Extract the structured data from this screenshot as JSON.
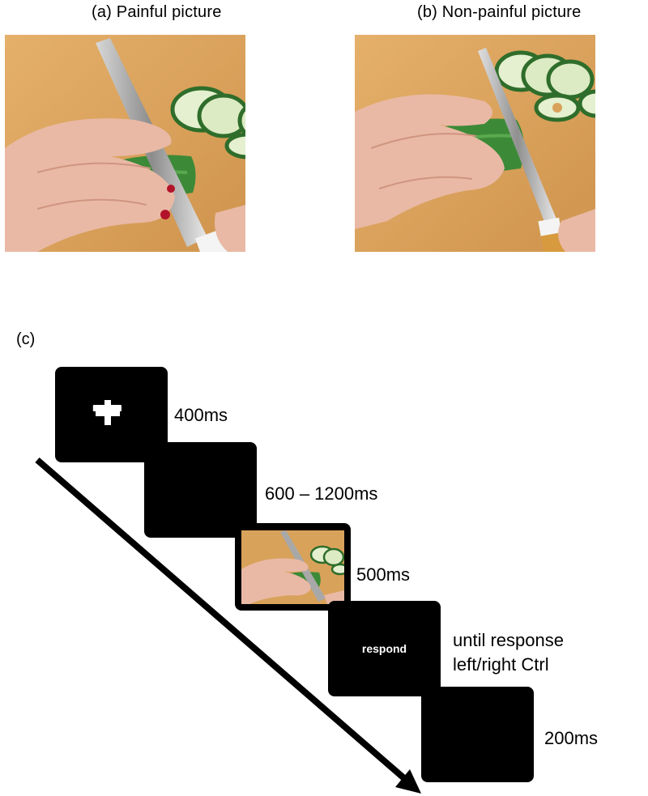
{
  "panels": {
    "a_title": "(a) Painful picture",
    "b_title": "(b) Non-painful picture"
  },
  "sequence": {
    "label": "(c)",
    "steps": [
      {
        "name": "fixation",
        "duration": "400ms"
      },
      {
        "name": "blank",
        "duration": "600 – 1200ms"
      },
      {
        "name": "picture",
        "duration": "500ms"
      },
      {
        "name": "respond",
        "screen_text": "respond",
        "duration_line1": "until response",
        "duration_line2": "left/right Ctrl"
      },
      {
        "name": "blank-end",
        "duration": "200ms"
      }
    ]
  },
  "colors": {
    "board": "#d9a25b",
    "cucumber": "#3f8f3a",
    "skin": "#e9b9a5",
    "screen": "#000000"
  },
  "icons": {
    "fixation": "plus-cross-icon",
    "time": "diagonal-arrow-icon"
  }
}
